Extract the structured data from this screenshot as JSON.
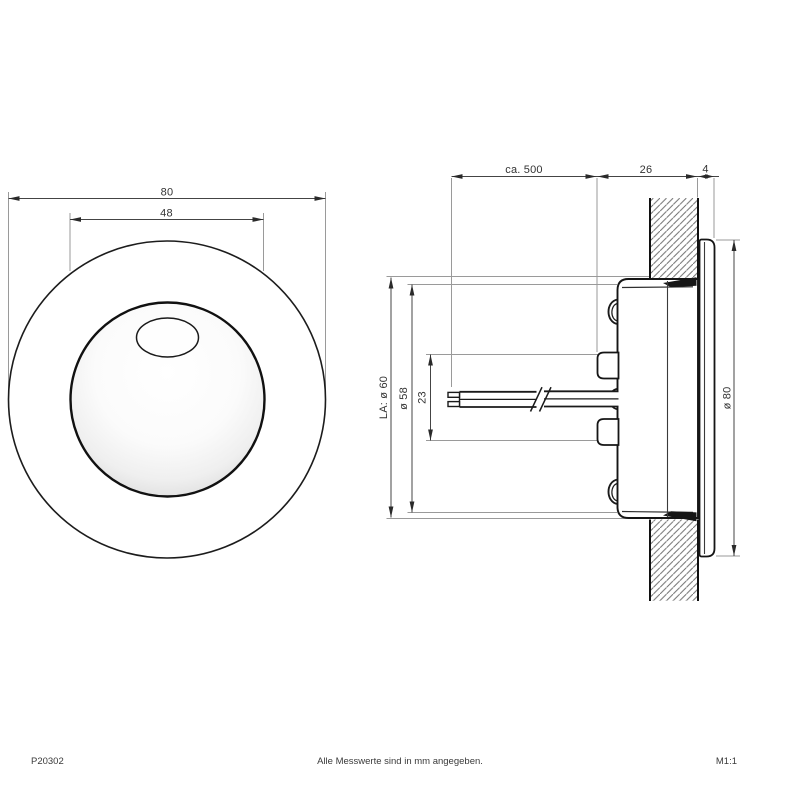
{
  "drawing": {
    "front_view": {
      "dim_outer_diameter": "80",
      "dim_dome_diameter": "48"
    },
    "side_view": {
      "dim_cable_length": "ca. 500",
      "dim_recess_depth": "26",
      "dim_trim_thickness": "4",
      "dim_cutout": "LA: ø 60",
      "dim_housing_diameter": "ø 58",
      "dim_terminal_span": "23",
      "dim_trim_diameter": "ø 80"
    }
  },
  "footer": {
    "article_number": "P20302",
    "units_note": "Alle Messwerte sind in mm angegeben.",
    "scale": "M1:1"
  },
  "colors": {
    "object_line": "#1a1a1a",
    "dimension_line": "#444444",
    "extension_line": "#9a9a9a",
    "hatch_line": "#707070",
    "text": "#333333",
    "background": "#ffffff"
  }
}
